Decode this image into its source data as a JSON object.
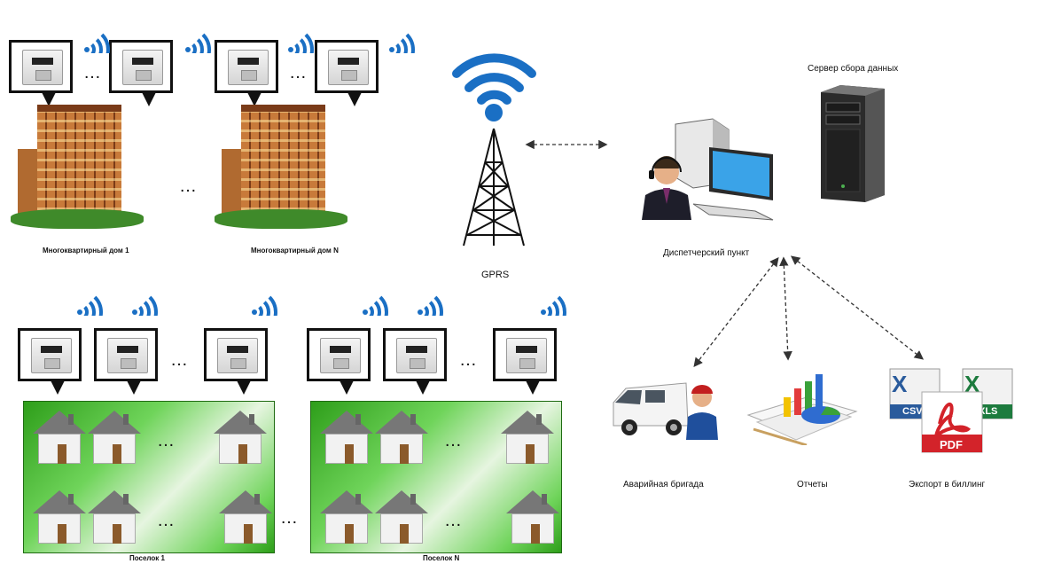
{
  "labels": {
    "apartment_1": "Многоквартирный дом 1",
    "apartment_n": "Многоквартирный дом N",
    "village_1": "Поселок 1",
    "village_n": "Поселок N",
    "gprs": "GPRS",
    "server": "Сервер сбора данных",
    "dispatcher": "Диспетчерский пункт",
    "emergency": "Аварийная бригада",
    "reports": "Отчеты",
    "billing": "Экспорт в биллинг"
  },
  "ellipsis": "…",
  "export_formats": {
    "csv": "CSV",
    "pdf": "PDF",
    "xls": "XLS"
  },
  "colors": {
    "wifi": "#1a6fc4",
    "village_green": "#2e9e1a",
    "pdf_red": "#d3232a",
    "excel_green": "#1d7b3e",
    "csv_blue": "#2a5b9c"
  },
  "icons": [
    "wifi-icon",
    "gas-meter-icon",
    "apartment-building-icon",
    "house-icon",
    "radio-tower-icon",
    "operator-icon",
    "computer-icon",
    "server-icon",
    "van-icon",
    "chart-icon",
    "csv-file-icon",
    "pdf-file-icon",
    "xls-file-icon"
  ]
}
